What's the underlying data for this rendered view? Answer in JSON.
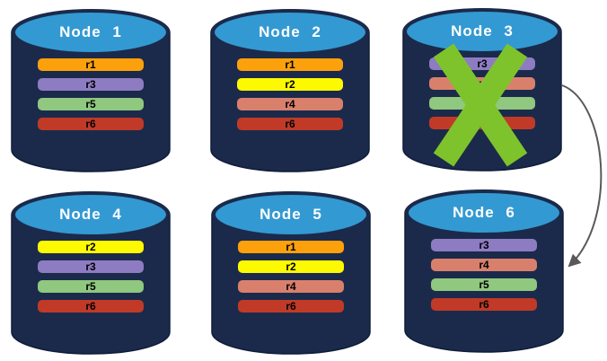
{
  "diagram": {
    "style": {
      "background": "#FFFFFF",
      "cylinder_body": "#1B2A4B",
      "cylinder_top": "#3399D2",
      "title_text_color": "#FFFFFF",
      "bar_text_color": "#000000",
      "failure_mark_color": "#7EC32B",
      "arrow_color": "#595959"
    },
    "nodes": [
      {
        "name": "Node 1",
        "failed": false,
        "replicas": [
          {
            "label": "r1",
            "color": "#FCA10C"
          },
          {
            "label": "r3",
            "color": "#8E7CC3"
          },
          {
            "label": "r5",
            "color": "#8FC87E"
          },
          {
            "label": "r6",
            "color": "#C13A27"
          }
        ]
      },
      {
        "name": "Node 2",
        "failed": false,
        "replicas": [
          {
            "label": "r1",
            "color": "#FCA10C"
          },
          {
            "label": "r2",
            "color": "#FDF900"
          },
          {
            "label": "r4",
            "color": "#D9806C"
          },
          {
            "label": "r6",
            "color": "#C13A27"
          }
        ]
      },
      {
        "name": "Node 3",
        "failed": true,
        "replicas": [
          {
            "label": "r3",
            "color": "#8E7CC3"
          },
          {
            "label": "r4",
            "color": "#D9806C"
          },
          {
            "label": "r5",
            "color": "#8FC87E"
          },
          {
            "label": "r6",
            "color": "#C13A27"
          }
        ]
      },
      {
        "name": "Node 4",
        "failed": false,
        "replicas": [
          {
            "label": "r2",
            "color": "#FDF900"
          },
          {
            "label": "r3",
            "color": "#8E7CC3"
          },
          {
            "label": "r5",
            "color": "#8FC87E"
          },
          {
            "label": "r6",
            "color": "#C13A27"
          }
        ]
      },
      {
        "name": "Node 5",
        "failed": false,
        "replicas": [
          {
            "label": "r1",
            "color": "#FCA10C"
          },
          {
            "label": "r2",
            "color": "#FDF900"
          },
          {
            "label": "r4",
            "color": "#D9806C"
          },
          {
            "label": "r6",
            "color": "#C13A27"
          }
        ]
      },
      {
        "name": "Node 6",
        "failed": false,
        "replicas": [
          {
            "label": "r3",
            "color": "#8E7CC3"
          },
          {
            "label": "r4",
            "color": "#D9806C"
          },
          {
            "label": "r5",
            "color": "#8FC87E"
          },
          {
            "label": "r6",
            "color": "#C13A27"
          }
        ]
      }
    ],
    "arrow": {
      "from": "Node 3",
      "to": "Node 6"
    }
  }
}
